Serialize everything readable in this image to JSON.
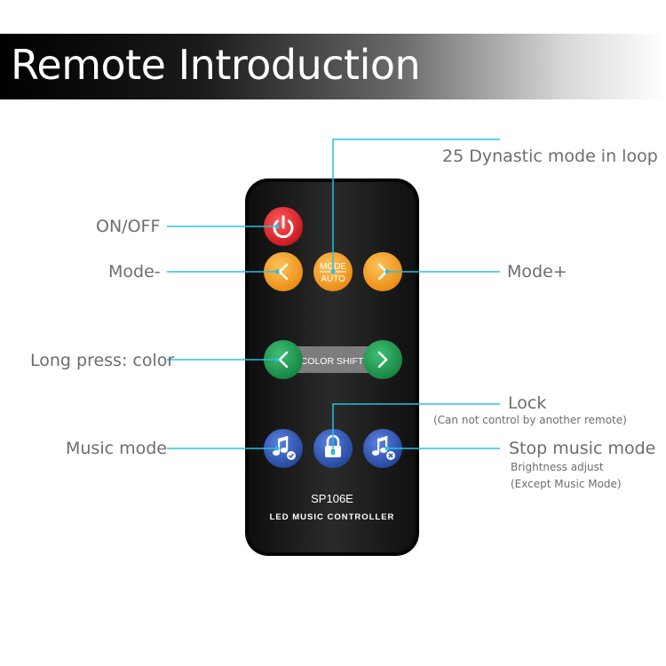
{
  "header": {
    "title": "Remote Introduction"
  },
  "remote": {
    "model": "SP106E",
    "subtitle": "LED MUSIC CONTROLLER",
    "mode_button_top": "MODE",
    "mode_button_bottom": "AUTO",
    "color_shift": "COLOR SHIFT"
  },
  "labels": {
    "on_off": "ON/OFF",
    "mode_minus": "Mode-",
    "mode_plus": "Mode+",
    "dynastic": "25 Dynastic mode in loop",
    "long_press": "Long press: color",
    "lock": "Lock",
    "lock_note": "(Can not control by another remote)",
    "music_mode": "Music mode",
    "stop_music": "Stop music mode",
    "brightness": "Brightness adjust",
    "except": "(Except Music Mode)"
  },
  "colors": {
    "accent_line": "#29c0e0",
    "power": "#e8262c",
    "orange": "#f6a020",
    "green": "#1f9a52",
    "blue": "#2e57b8",
    "remote_body": "#1d1d1d"
  }
}
